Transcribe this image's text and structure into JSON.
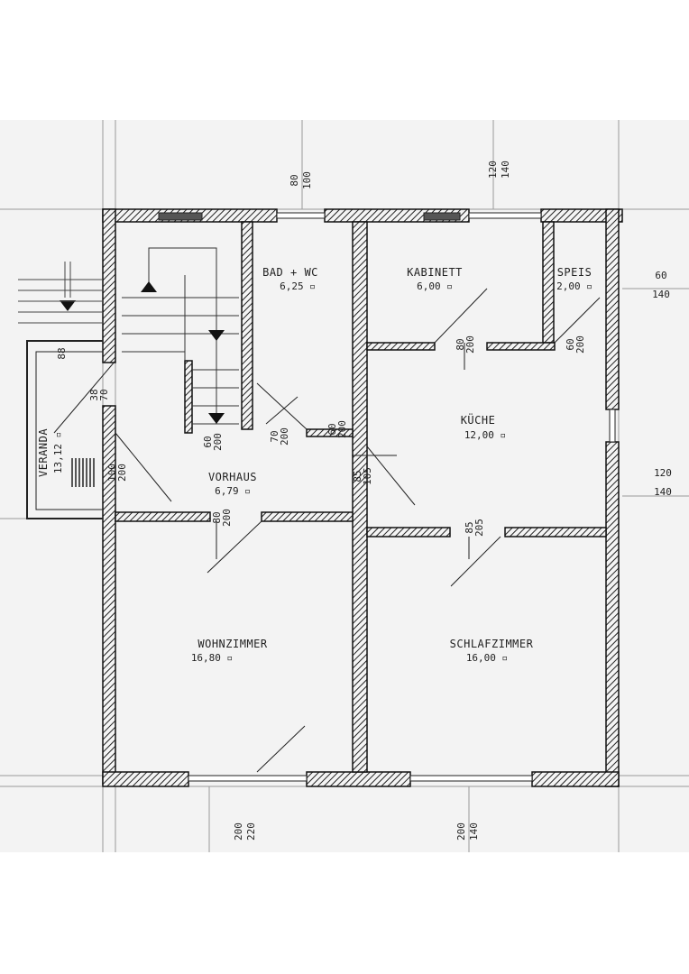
{
  "rooms": {
    "bad_wc": {
      "name": "BAD + WC",
      "area": "6,25 ▫"
    },
    "kabinett": {
      "name": "KABINETT",
      "area": "6,00 ▫"
    },
    "speis": {
      "name": "SPEIS",
      "area": "2,00 ▫"
    },
    "kuche": {
      "name": "KÜCHE",
      "area": "12,00 ▫"
    },
    "veranda": {
      "name": "VERANDA",
      "area": "13,12 ▫"
    },
    "vorhaus": {
      "name": "VORHAUS",
      "area": "6,79 ▫"
    },
    "wohnzimmer": {
      "name": "WOHNZIMMER",
      "area": "16,80 ▫"
    },
    "schlafzimmer": {
      "name": "SCHLAFZIMMER",
      "area": "16,00 ▫"
    }
  },
  "dims": {
    "top_left": [
      "80",
      "100"
    ],
    "top_right": [
      "120",
      "140"
    ],
    "right_upper": [
      "60",
      "140"
    ],
    "right_lower": [
      "120",
      "140"
    ],
    "bottom_left": [
      "200",
      "220"
    ],
    "bottom_right": [
      "200",
      "140"
    ],
    "door_stair_a": "38",
    "door_stair_b": "70",
    "door_stair_c": "88",
    "door_veranda": [
      "100",
      "200"
    ],
    "door_vorhaus_a": "85",
    "door_vorhaus_b": "105",
    "door_kab": [
      "80",
      "200"
    ],
    "door_speis": [
      "60",
      "200"
    ],
    "door_wohn": [
      "80",
      "200"
    ],
    "door_schlaf": [
      "85",
      "205"
    ],
    "door_bad": [
      "60",
      "200"
    ],
    "door_stair2": [
      "60",
      "200"
    ],
    "door_bad2": [
      "70",
      "200"
    ]
  }
}
